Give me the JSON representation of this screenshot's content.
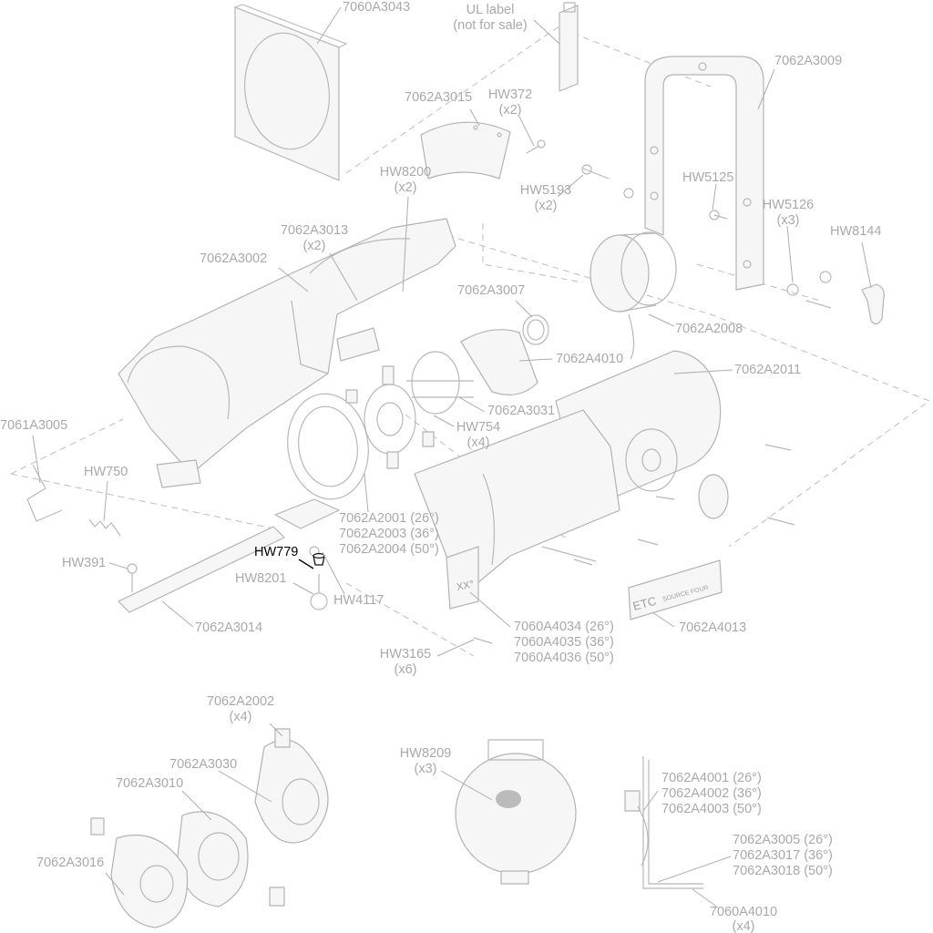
{
  "colors": {
    "label": "#a9a9a9",
    "highlight": "#000000",
    "line": "#b8b8b8"
  },
  "highlighted_part": "HW779",
  "labels": {
    "p7060A3043": "7060A3043",
    "ul_label": "UL label",
    "ul_note": "(not for sale)",
    "p7062A3009": "7062A3009",
    "p7062A3015": "7062A3015",
    "hw372": "HW372",
    "hw372_qty": "(x2)",
    "hw8200": "HW8200",
    "hw8200_qty": "(x2)",
    "hw5193": "HW5193",
    "hw5193_qty": "(x2)",
    "hw5125": "HW5125",
    "hw5126": "HW5126",
    "hw5126_qty": "(x3)",
    "hw8144": "HW8144",
    "p7062A3013": "7062A3013",
    "p7062A3013_qty": "(x2)",
    "p7062A3002": "7062A3002",
    "p7062A3007": "7062A3007",
    "p7062A2008": "7062A2008",
    "p7062A4010": "7062A4010",
    "p7062A2011": "7062A2011",
    "p7062A3031": "7062A3031",
    "hw754": "HW754",
    "hw754_qty": "(x4)",
    "p7061A3005": "7061A3005",
    "hw750": "HW750",
    "p7062A2001": "7062A2001 (26°)",
    "p7062A2003": "7062A2003 (36°)",
    "p7062A2004": "7062A2004 (50°)",
    "hw779": "HW779",
    "hw391": "HW391",
    "hw8201": "HW8201",
    "hw4117": "HW4117",
    "p7062A3014": "7062A3014",
    "p7060A4034": "7060A4034 (26°)",
    "p7060A4035": "7060A4035 (36°)",
    "p7060A4036": "7060A4036 (50°)",
    "p7062A4013": "7062A4013",
    "hw3165": "HW3165",
    "hw3165_qty": "(x6)",
    "p7062A2002": "7062A2002",
    "p7062A2002_qty": "(x4)",
    "p7062A3030": "7062A3030",
    "p7062A3010": "7062A3010",
    "p7062A3016": "7062A3016",
    "hw8209": "HW8209",
    "hw8209_qty": "(x3)",
    "p7062A4001": "7062A4001 (26°)",
    "p7062A4002": "7062A4002 (36°)",
    "p7062A4003": "7062A4003 (50°)",
    "p7062A3005": "7062A3005 (26°)",
    "p7062A3017": "7062A3017 (36°)",
    "p7062A3018": "7062A3018 (50°)",
    "p7060A4010": "7060A4010",
    "p7060A4010_qty": "(x4)",
    "lens_tube_mark": "XX°",
    "etc_logo": "ETC",
    "source_four": "SOURCE FOUR"
  }
}
